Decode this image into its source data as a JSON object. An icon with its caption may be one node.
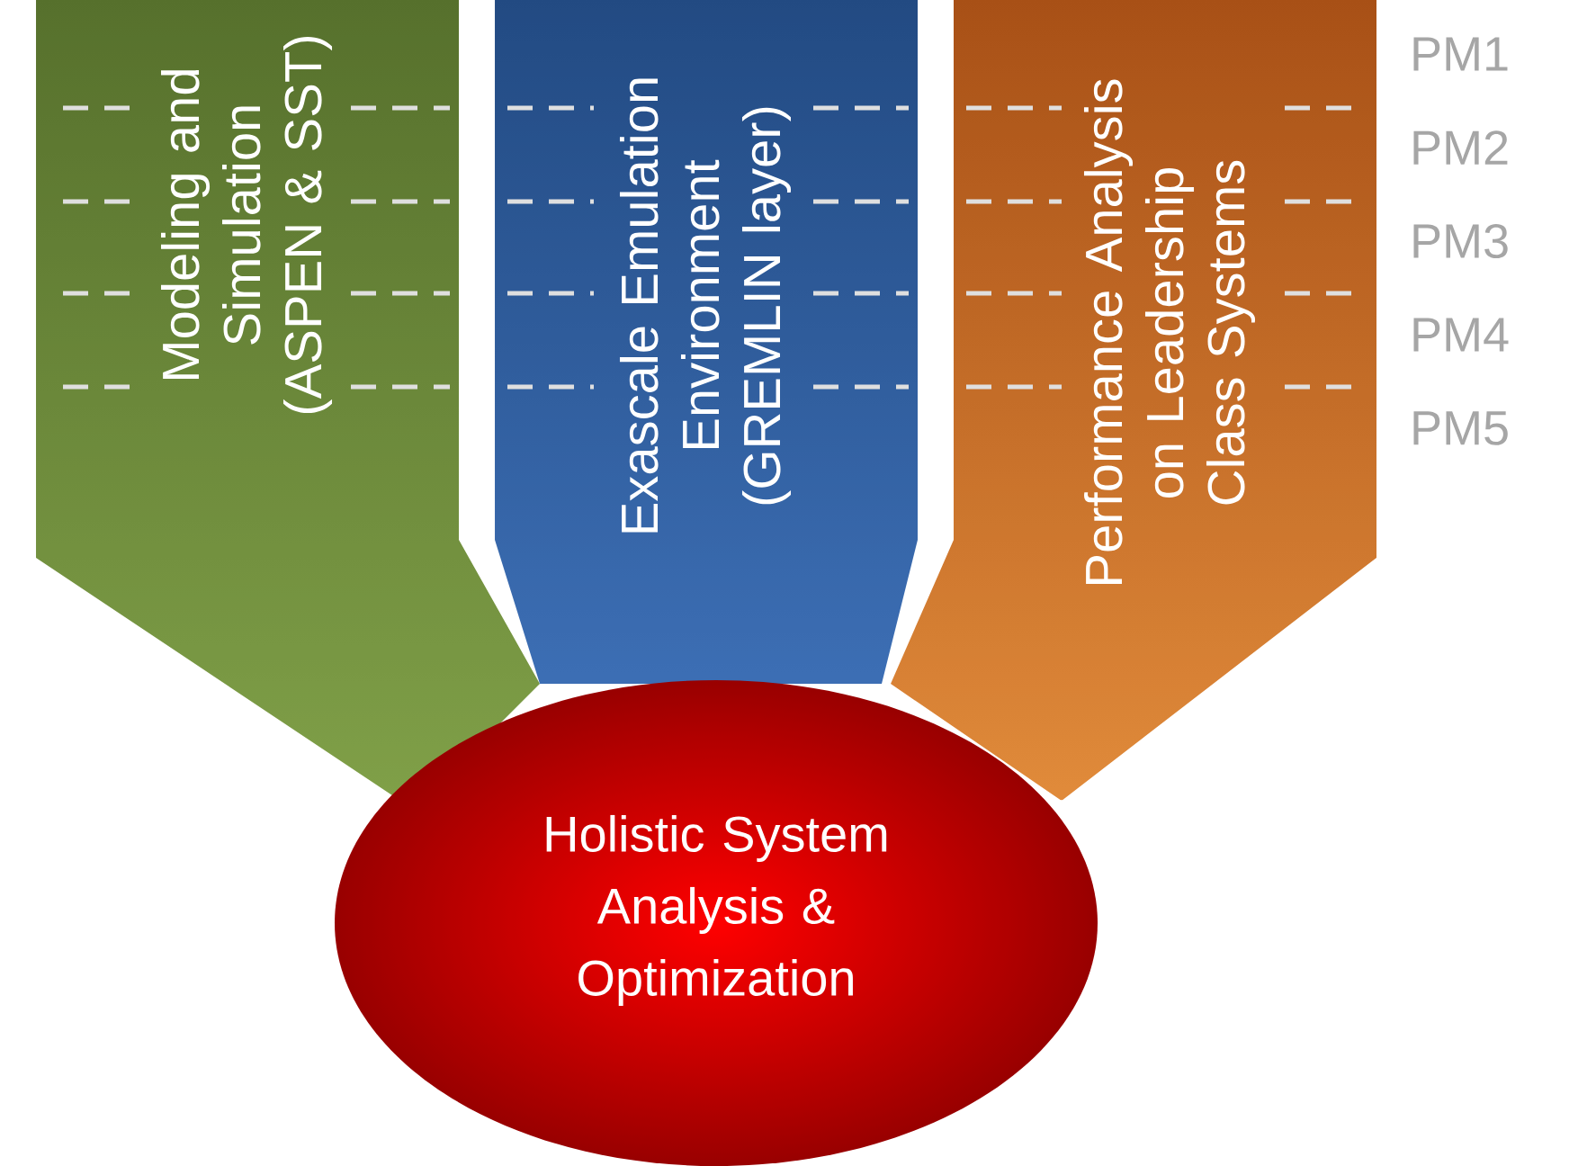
{
  "diagram": {
    "nodes": [
      {
        "text": [
          "Modeling and Simulation (ASPEN & SST)"
        ]
      },
      {
        "text": [
          "Exascale Emulation Environment (GREMLIN layer)"
        ]
      },
      {
        "text": [
          "Performance Analysis on Leadership Class Systems"
        ]
      },
      {
        "text": [
          "Holistic System Analysis & Optimization"
        ]
      }
    ],
    "labels": [
      "PM1",
      "PM2",
      "PM3",
      "PM4",
      "PM5"
    ]
  }
}
